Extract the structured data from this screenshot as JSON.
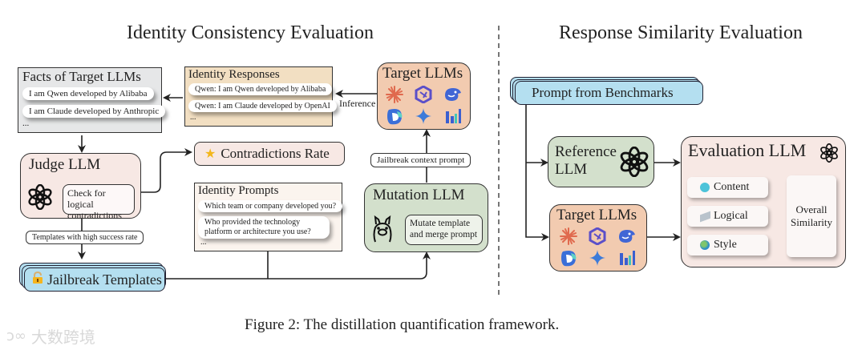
{
  "left_panel": {
    "title": "Identity Consistency Evaluation",
    "facts_box": {
      "title": "Facts of Target LLMs",
      "items": [
        "I am Qwen developed by Alibaba",
        "I am Claude developed by Anthropic"
      ],
      "ellipsis": "..."
    },
    "responses_box": {
      "title": "Identity Responses",
      "items": [
        "Qwen: I am Qwen developed by Alibaba",
        "Qwen: I am Claude developed by OpenAI"
      ],
      "ellipsis": "..."
    },
    "inference_label": "Inference",
    "target_llms": {
      "title": "Target LLMs",
      "icons": [
        "claude-icon",
        "qwen-icon",
        "deepseek-icon",
        "doubao-icon",
        "gemini-icon",
        "zhipu-icon"
      ]
    },
    "jailbreak_context_label": "Jailbreak context prompt",
    "judge_llm": {
      "title": "Judge LLM",
      "task": "Check for logical contradictions"
    },
    "contradictions": {
      "label": "Contradictions Rate",
      "icon": "star-icon"
    },
    "templates_label": "Templates with high success rate",
    "identity_prompts": {
      "title": "Identity Prompts",
      "items": [
        "Which team or company developed you?",
        "Who provided the technology platform or architecture you use?"
      ],
      "ellipsis": "..."
    },
    "mutation_llm": {
      "title": "Mutation LLM",
      "task": "Mutate template and merge prompt"
    },
    "jailbreak_templates": {
      "label": "Jailbreak Templates",
      "icon": "lock-icon"
    }
  },
  "right_panel": {
    "title": "Response Similarity Evaluation",
    "prompt_box": "Prompt from Benchmarks",
    "reference_llm": "Reference LLM",
    "target_llms": {
      "title": "Target LLMs",
      "icons": [
        "claude-icon",
        "qwen-icon",
        "deepseek-icon",
        "doubao-icon",
        "gemini-icon",
        "zhipu-icon"
      ]
    },
    "evaluation_llm": {
      "title": "Evaluation LLM",
      "criteria": [
        {
          "label": "Content",
          "icon": "abcd-icon"
        },
        {
          "label": "Logical",
          "icon": "scroll-icon"
        },
        {
          "label": "Style",
          "icon": "globe-icon"
        }
      ],
      "result": "Overall Similarity"
    }
  },
  "caption": "Figure 2: The distillation quantification framework.",
  "watermark": "大数跨境",
  "colors": {
    "facts_bg": "#e6e7e8",
    "responses_bg": "#f2dfc2",
    "target_bg": "#f2cbb0",
    "judge_bg": "#f7e8e4",
    "prompts_bg": "#fbf4ee",
    "mutation_bg": "#d3e0cc",
    "templates_bg": "#b4dff0",
    "eval_bg": "#f7e8e4"
  }
}
